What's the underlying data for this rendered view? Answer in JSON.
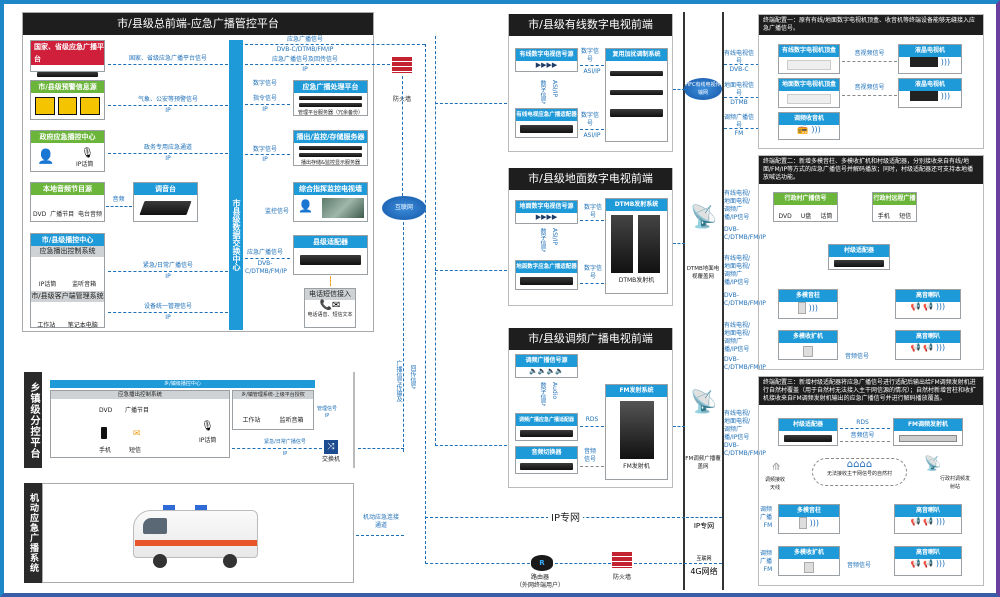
{
  "platform": {
    "title": "市/县级总前端-应急广播管控平台",
    "national": {
      "label": "国家、省级应急广播平台",
      "signal": "国家、省级应急广播平台信号"
    },
    "warning": {
      "label": "市/县级预警信息源",
      "signal": "气象、公安等预警信号",
      "sub": "IP"
    },
    "gov": {
      "label": "政府应急播控中心",
      "device": "IP话筒",
      "signal": "政务专用应急通道",
      "sub": "IP"
    },
    "local_audio": {
      "label": "本地音频节目源",
      "items": [
        "DVD",
        "广播节目",
        "电台音频"
      ],
      "signal": "音频"
    },
    "mixer": {
      "label": "调音台"
    },
    "city_center": {
      "label": "市/县级播控中心",
      "sub1": "应急播出控制系统",
      "sub1_items": [
        "IP话筒",
        "监听音箱"
      ],
      "sub1_signal": "紧急/日常广播信号",
      "sub1_sub": "IP",
      "sub2": "市/县级客户端管理系统",
      "sub2_items": [
        "工作站",
        "笔记本电脑"
      ],
      "sub2_signal": "设备统一管理信号",
      "sub2_sub": "IP"
    },
    "exchange": "市县级数据交换中心",
    "top_signal1": {
      "label": "应急广播信号",
      "sub": "DVB-C/DTMB/FM/IP"
    },
    "top_signal2": {
      "label": "应急广播信号及回传信号",
      "sub": "IP"
    },
    "processing": {
      "label": "应急广播处理平台",
      "caption": "管理平台服务器（冗余备份）",
      "signal1": "数字信号",
      "signal2": "指令信号",
      "sub": "IP"
    },
    "storage": {
      "label": "播出/监控/存储服务器",
      "caption": "播出存储&监控显示服务器",
      "signal": "数字信号",
      "sub": "IP"
    },
    "monitor": {
      "label": "综合指挥监控电视墙",
      "signal": "监控信号"
    },
    "adapter": {
      "label": "县级适配器",
      "signal": "应急广播信号",
      "sub": "DVB-C/DTMB/FM/IP"
    },
    "phone": {
      "label": "电话短信接入",
      "caption": "电话语音、短信文本"
    }
  },
  "firewall_top": "防火墙",
  "internet": "互联网",
  "vertical_signal1": "广播信号传输及",
  "vertical_signal2": "回传信号",
  "cable_tv": {
    "title": "市/县级有线数字电视前端",
    "source": "有线数字电视信号源",
    "mux": "复用加扰调制系统",
    "adapter": "有线电视应急广播适配器",
    "sig1": "数字信号",
    "sig1_sub": "ASI/IP",
    "sig2": "数字信号",
    "sig2_sub": "ASI/IP",
    "vert1": "数字信号",
    "vert2": "ASI/IP"
  },
  "hfc": "HFC有线电视传输网",
  "terrestrial": {
    "title": "市/县级地面数字电视前端",
    "source": "地面数字电视信号源",
    "dtmb": "DTMB发射系统",
    "adapter": "地面数字应急广播适配器",
    "sig1": "数字信号",
    "sig2": "数字信号",
    "transmitter": "DTMB发射机",
    "vert1": "数字信号",
    "vert2": "ASI/IP"
  },
  "dtmb_net": "DTMB地面电视覆盖网",
  "fm": {
    "title": "市/县级调频广播电视前端",
    "source": "调频广播信号源",
    "system": "FM发射系统",
    "adapter": "调频广播应急广播适配器",
    "switcher": "音频切换器",
    "rds": "RDS",
    "audio_sig": "音频信号",
    "transmitter": "FM发射机",
    "vert1": "数字信号",
    "vert2": "Audio"
  },
  "fm_net": "FM调频广播覆盖网",
  "terminal_signals": {
    "cable": {
      "label": "有线电视信号",
      "sub": "DVB-C"
    },
    "ground": {
      "label": "地面电视信号",
      "sub": "DTMB"
    },
    "fm": {
      "label": "调频广播信号",
      "sub": "FM"
    },
    "multi_label": "有线电视/地面电视/调频广播/IP信号",
    "multi_sub": "DVB-C/DTMB/FM/IP"
  },
  "config1": {
    "note": "终端配置一：原有有线/地面数字电视机顶盒、收音机等终端设备能够无缝接入应急广播信号。",
    "stb_cable": "有线数字电视机顶盒",
    "stb_ground": "地面数字电视机顶盒",
    "radio": "调频收音机",
    "tv1": "液晶电视机",
    "tv2": "液晶电视机",
    "av_signal": "音视频信号"
  },
  "config2": {
    "note": "终端配置二：新增多模音柱、多模收扩机和村级适配器，分别接收来自有线/地面/FM/IP等方式的应急广播信号并解码播放；同时，村级适配器还可支持本地播放喊话功能。",
    "village_signal": {
      "label": "行政村广播信号",
      "items": [
        "DVD",
        "U盘",
        "话筒"
      ]
    },
    "village_remote": {
      "label": "行政村远程广播",
      "items": [
        "手机",
        "短信"
      ]
    },
    "adapter": "村级适配器",
    "column": "多模音柱",
    "amp": "多模收扩机",
    "horn1": "高音喇叭",
    "horn2": "高音喇叭",
    "audio": "音频信号"
  },
  "config3": {
    "note": "终端配置三：新增村级适配器将应急广播信号进行适配后输出给FM调频发射机进行自然村覆盖（用于自然村无法接入主干网信源的情况）；自然村新增音柱和收扩机接收来自FM调频发射机输出的应急广播信号并进行解码播放覆盖。",
    "adapter": "村级适配器",
    "fm_tx": "FM调频发射机",
    "rds": "RDS",
    "audio": "音频信号",
    "village": "无法接收主干网信号的自然村",
    "antenna": "调频接收天线",
    "station": "行政村调频发射站",
    "fm_in1": "调频广播",
    "fm_in1_sub": "FM",
    "fm_in2": "调频广播",
    "fm_in2_sub": "FM",
    "column": "多模音柱",
    "amp": "多模收扩机",
    "horn1": "高音喇叭",
    "horn2": "高音喇叭",
    "audio2": "音频信号"
  },
  "township": {
    "side": "乡镇级分控平台",
    "title": "乡/镇级播控中心",
    "ctrl": "应急播出控制系统",
    "items": [
      "DVD",
      "广播节目",
      "手机",
      "短信",
      "IP话筒"
    ],
    "mgmt": "乡/镇管理系统-上级平台授权",
    "mgmt_items": [
      "工作站",
      "监听音箱"
    ],
    "mgmt_signal": "管理信号",
    "mgmt_sub": "IP",
    "signal": "紧急/日常广播信号",
    "signal_sub": "IP",
    "switch": "交换机"
  },
  "mobile": {
    "side": "机动应急广播系统",
    "channel": "机动应急连接通道"
  },
  "ip_private": "IP专网",
  "ip_private_right": "IP专网",
  "router": "路由器",
  "router_sub": "（外网终端用户）",
  "firewall_bottom": "防火墙",
  "internet_4g_small": "互联网",
  "internet_4g": "4G网络"
}
